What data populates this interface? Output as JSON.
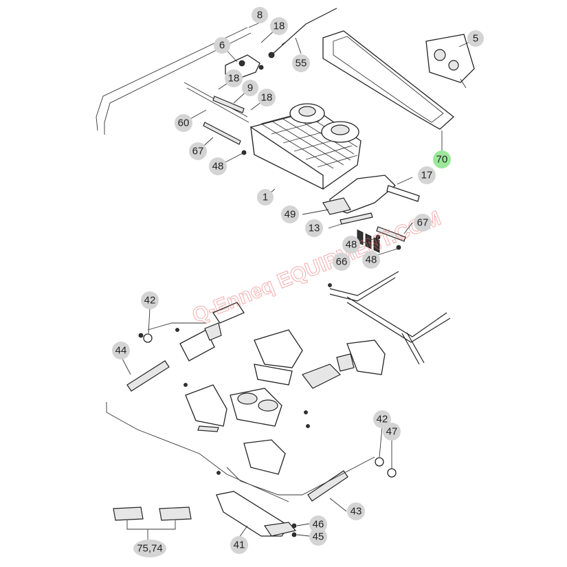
{
  "callouts": [
    {
      "id": "c8",
      "label": "8"
    },
    {
      "id": "c18a",
      "label": "18"
    },
    {
      "id": "c6",
      "label": "6"
    },
    {
      "id": "c18b",
      "label": "18"
    },
    {
      "id": "c9",
      "label": "9"
    },
    {
      "id": "c18c",
      "label": "18"
    },
    {
      "id": "c55",
      "label": "55"
    },
    {
      "id": "c5",
      "label": "5"
    },
    {
      "id": "c60",
      "label": "60"
    },
    {
      "id": "c67a",
      "label": "67"
    },
    {
      "id": "c48a",
      "label": "48"
    },
    {
      "id": "c70",
      "label": "70"
    },
    {
      "id": "c17",
      "label": "17"
    },
    {
      "id": "c1",
      "label": "1"
    },
    {
      "id": "c49",
      "label": "49"
    },
    {
      "id": "c13",
      "label": "13"
    },
    {
      "id": "c67b",
      "label": "67"
    },
    {
      "id": "c48b",
      "label": "48"
    },
    {
      "id": "c66",
      "label": "66"
    },
    {
      "id": "c48c",
      "label": "48"
    },
    {
      "id": "c42a",
      "label": "42"
    },
    {
      "id": "c44",
      "label": "44"
    },
    {
      "id": "c42b",
      "label": "42"
    },
    {
      "id": "c47",
      "label": "47"
    },
    {
      "id": "c43",
      "label": "43"
    },
    {
      "id": "c46",
      "label": "46"
    },
    {
      "id": "c45",
      "label": "45"
    },
    {
      "id": "c41",
      "label": "41"
    },
    {
      "id": "c7574",
      "label": "75,74"
    }
  ],
  "highlight_color": "#9be89b",
  "callout_color": "#d4d4d4",
  "watermark": {
    "text": "Q-Enneq EQUIPMENT.COM",
    "color": "#e66666"
  }
}
